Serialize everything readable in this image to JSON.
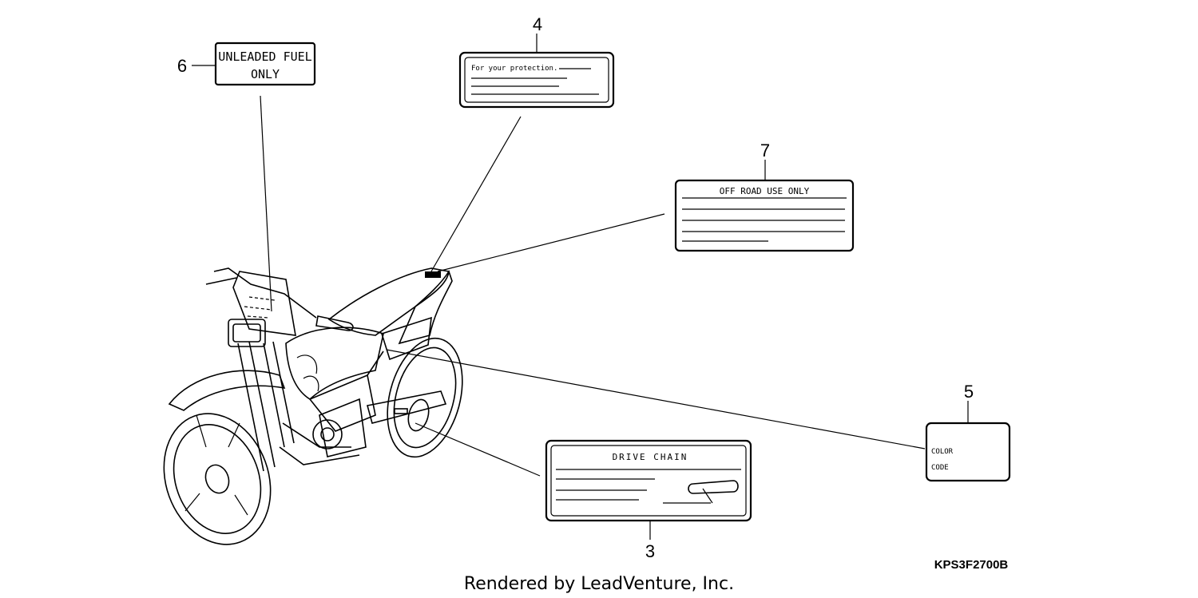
{
  "callouts": {
    "c6": {
      "number": "6",
      "line1": "UNLEADED FUEL",
      "line2": "ONLY"
    },
    "c4": {
      "number": "4",
      "text": "For your protection."
    },
    "c7": {
      "number": "7",
      "text": "OFF ROAD USE ONLY"
    },
    "c5": {
      "number": "5",
      "line1": "COLOR",
      "line2": "CODE"
    },
    "c3": {
      "number": "3",
      "text": "DRIVE CHAIN"
    }
  },
  "diagram_code": "KPS3F2700B",
  "credit": "Rendered by LeadVenture, Inc."
}
